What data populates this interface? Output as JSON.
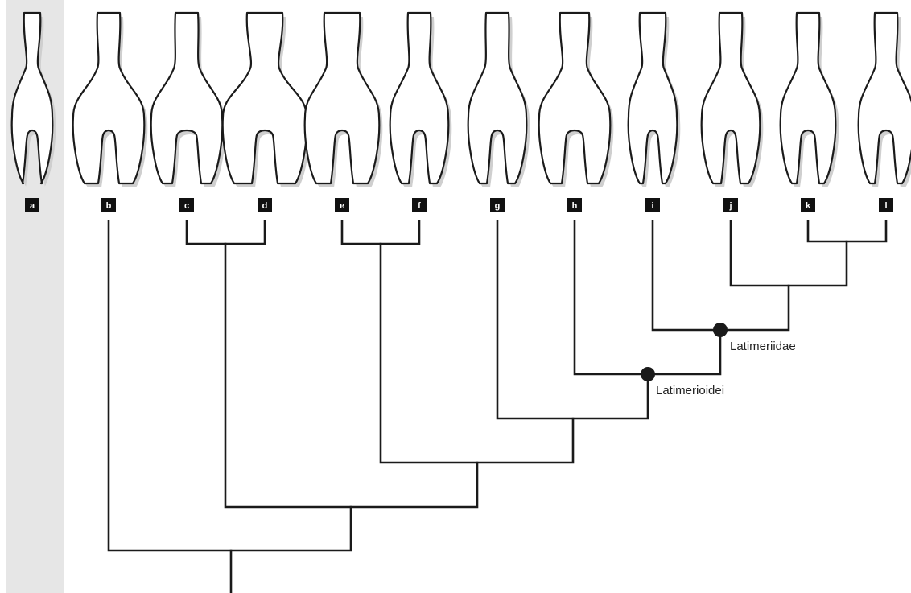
{
  "taxa": [
    {
      "label": "a",
      "outgroup": true
    },
    {
      "label": "b"
    },
    {
      "label": "c"
    },
    {
      "label": "d"
    },
    {
      "label": "e"
    },
    {
      "label": "f"
    },
    {
      "label": "g"
    },
    {
      "label": "h"
    },
    {
      "label": "i"
    },
    {
      "label": "j"
    },
    {
      "label": "k"
    },
    {
      "label": "l"
    }
  ],
  "clades": [
    {
      "name": "Latimerioidei"
    },
    {
      "name": "Latimeriidae"
    }
  ],
  "colors": {
    "outgroup_band": "#e6e6e6",
    "line": "#1a1a1a",
    "label_box": "#111111"
  }
}
